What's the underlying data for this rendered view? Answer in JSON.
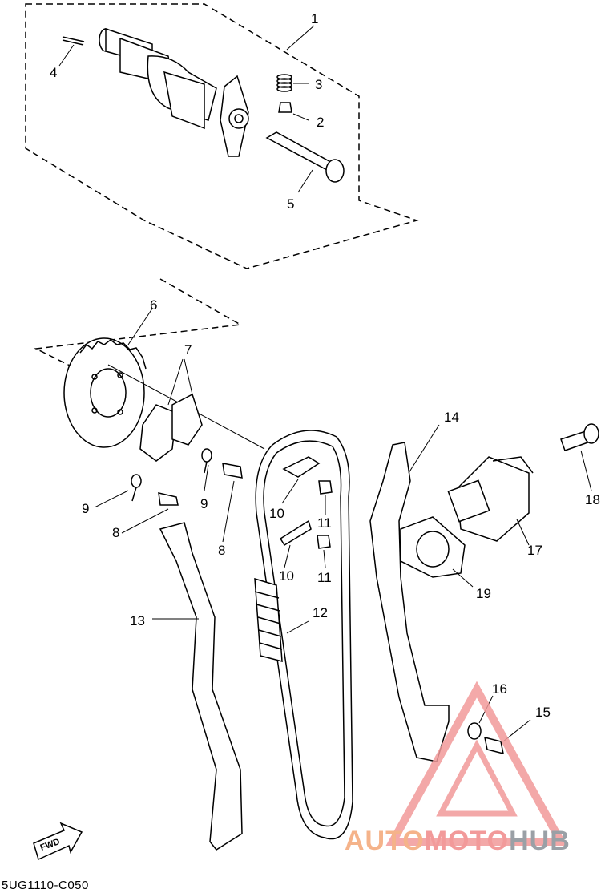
{
  "diagram": {
    "callouts": [
      {
        "id": "c1",
        "label": "1"
      },
      {
        "id": "c2",
        "label": "2"
      },
      {
        "id": "c3",
        "label": "3"
      },
      {
        "id": "c4",
        "label": "4"
      },
      {
        "id": "c5",
        "label": "5"
      },
      {
        "id": "c6",
        "label": "6"
      },
      {
        "id": "c7",
        "label": "7"
      },
      {
        "id": "c8a",
        "label": "8"
      },
      {
        "id": "c8b",
        "label": "8"
      },
      {
        "id": "c9a",
        "label": "9"
      },
      {
        "id": "c9b",
        "label": "9"
      },
      {
        "id": "c10a",
        "label": "10"
      },
      {
        "id": "c10b",
        "label": "10"
      },
      {
        "id": "c11a",
        "label": "11"
      },
      {
        "id": "c11b",
        "label": "11"
      },
      {
        "id": "c12",
        "label": "12"
      },
      {
        "id": "c13",
        "label": "13"
      },
      {
        "id": "c14",
        "label": "14"
      },
      {
        "id": "c15",
        "label": "15"
      },
      {
        "id": "c16",
        "label": "16"
      },
      {
        "id": "c17",
        "label": "17"
      },
      {
        "id": "c18",
        "label": "18"
      },
      {
        "id": "c19",
        "label": "19"
      }
    ],
    "part_code": "5UG1110-C050",
    "fwd_label": "FWD"
  },
  "watermark": {
    "part1": "AUTO",
    "part2": "MOTO",
    "part3": "HUB",
    "colors": {
      "orange": "#f5b38a",
      "red": "#f29a9a",
      "gray": "#9aa0a6"
    }
  }
}
